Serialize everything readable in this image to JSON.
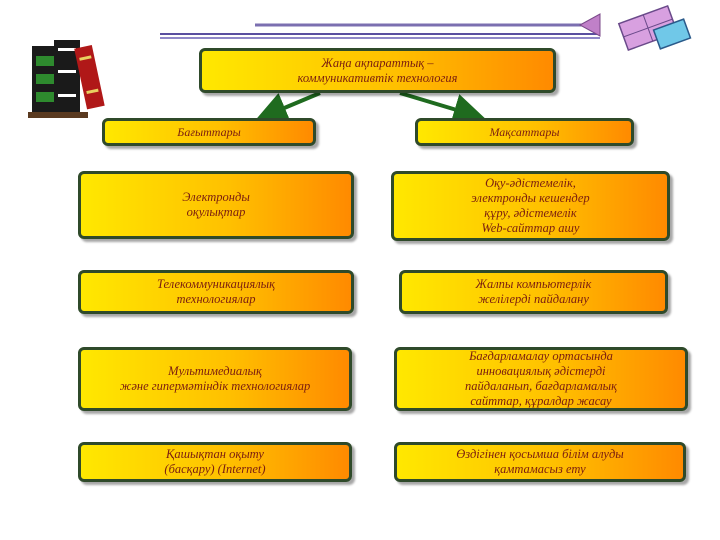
{
  "title": "Жаңа ақпараттық –\nкоммуникативтік технология",
  "left_header": "Бағыттары",
  "right_header": "Мақсаттары",
  "left_items": [
    "Электронды\nоқулықтар",
    "Телекоммуникациялық\nтехнологиялар",
    "Мультимедиалық\nжәне гипермәтіндік технологиялар",
    "Қашықтан оқыту\n(басқару) (Internet)"
  ],
  "right_items": [
    "Оқу-әдістемелік,\nэлектронды кешендер\nқұру, әдістемелік\nWeb-сайттар ашу",
    "Жалпы компьютерлік\nжелілерді пайдалану",
    "Бағдарламалау ортасында\nинновациялық әдістерді\nпайдаланып, бағдарламалық\nсайттар, құралдар жасау",
    "Өздігінен қосымша білім алуды\nқамтамасыз ету"
  ],
  "colors": {
    "box_gradient": [
      "#ffe800",
      "#ffc000",
      "#ff8a00"
    ],
    "box_border": "#2f4a2a",
    "text": "#7a1d10",
    "arrow": "#1f6b1f"
  },
  "icons": [
    "books-icon",
    "pencil-icon",
    "decorative-lines-icon"
  ]
}
